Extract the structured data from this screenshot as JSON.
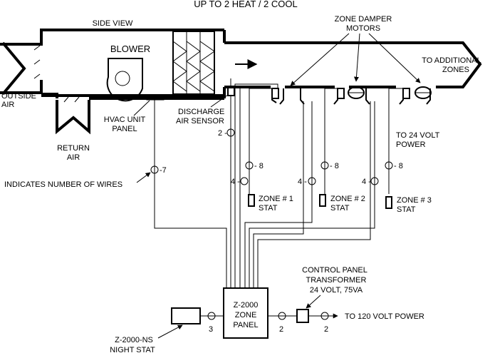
{
  "title": "UP TO 2 HEAT / 2 COOL",
  "labels": {
    "side_view": "SIDE VIEW",
    "blower": "BLOWER",
    "outside_air": [
      "OUTSIDE",
      "AIR"
    ],
    "return_air": [
      "RETURN",
      "AIR"
    ],
    "hvac_unit_panel": [
      "HVAC UNIT",
      "PANEL"
    ],
    "discharge_air_sensor": [
      "DISCHARGE",
      "AIR SENSOR"
    ],
    "zone_damper_motors": [
      "ZONE DAMPER",
      "MOTORS"
    ],
    "to_additional_zones": [
      "TO ADDITIONAL",
      "ZONES"
    ],
    "to_24_volt_power": [
      "TO 24 VOLT",
      "POWER"
    ],
    "indicates_wires": "INDICATES NUMBER OF WIRES",
    "zone1_stat": [
      "ZONE # 1",
      "STAT"
    ],
    "zone2_stat": [
      "ZONE # 2",
      "STAT"
    ],
    "zone3_stat": [
      "ZONE # 3",
      "STAT"
    ],
    "zone_panel": [
      "Z-2000",
      "ZONE",
      "PANEL"
    ],
    "night_stat": [
      "Z-2000-NS",
      "NIGHT STAT"
    ],
    "control_panel_transformer": [
      "CONTROL PANEL",
      "TRANSFORMER",
      "24 VOLT, 75VA"
    ],
    "to_120_volt_power": "TO 120 VOLT POWER"
  },
  "wire_counts": {
    "hvac": "-7",
    "sensor": "2 -",
    "zone1_stat": "4 -",
    "zone1_damper": "- 8",
    "zone2_stat": "4 -",
    "zone2_damper": "- 8",
    "zone3_stat": "4 -",
    "zone3_damper": "- 8",
    "night_stat": "3",
    "transformer_in": "2",
    "transformer_out": "2"
  },
  "colors": {
    "line": "#000000",
    "background": "#ffffff"
  }
}
